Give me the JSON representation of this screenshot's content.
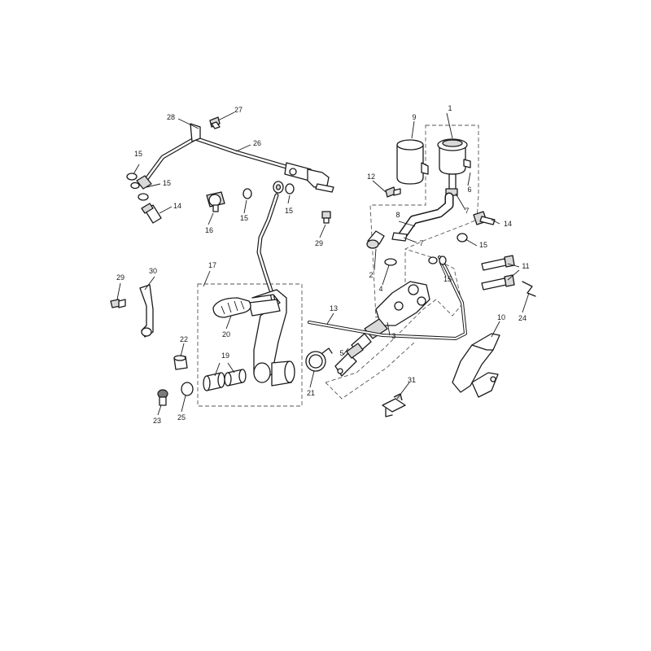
{
  "diagram": {
    "callouts": {
      "c1": "1",
      "c2": "2",
      "c3": "3",
      "c4": "4",
      "c5": "5",
      "c6": "6",
      "c7a": "7",
      "c7b": "7",
      "c8": "8",
      "c9": "9",
      "c10": "10",
      "c11": "11",
      "c12": "12",
      "c13": "13",
      "c14a": "14",
      "c14b": "14",
      "c15a": "15",
      "c15b": "15",
      "c15c": "15",
      "c15d": "15",
      "c15e": "15",
      "c15f": "15",
      "c16": "16",
      "c17": "17",
      "c19": "19",
      "c20": "20",
      "c21": "21",
      "c22": "22",
      "c23": "23",
      "c24": "24",
      "c25": "25",
      "c26": "26",
      "c27": "27",
      "c28": "28",
      "c29a": "29",
      "c29b": "29",
      "c30": "30",
      "c31": "31"
    },
    "parts": [
      "rear brake reservoir",
      "reservoir bracket",
      "reservoir hose",
      "master cylinder",
      "brake pedal",
      "pedal rubber",
      "return spring",
      "heel guard",
      "brake pipe",
      "brake hose",
      "pedal bracket"
    ]
  }
}
